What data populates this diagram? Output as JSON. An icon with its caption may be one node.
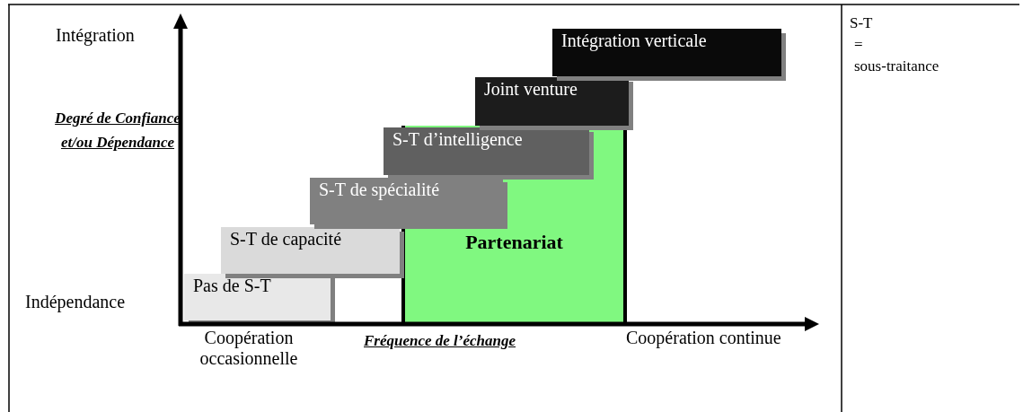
{
  "diagram": {
    "nodes": [
      {
        "text": [
          "Intégration verticale"
        ]
      },
      {
        "text": [
          "Joint venture"
        ]
      },
      {
        "text": [
          "S-T d’intelligence"
        ]
      },
      {
        "text": [
          "S-T de spécialité"
        ]
      },
      {
        "text": [
          "S-T de capacité"
        ]
      },
      {
        "text": [
          "Partenariat"
        ]
      },
      {
        "text": [
          "Pas de S-T"
        ]
      }
    ],
    "edges": [],
    "labels": [
      "Intégration",
      "S-T",
      "=",
      "sous-traitance",
      "Degré de Confiance et/ou Dépendance",
      "Indépendance",
      "Coopération occasionnelle",
      "Fréquence de l’échange",
      "Coopération continue"
    ]
  }
}
